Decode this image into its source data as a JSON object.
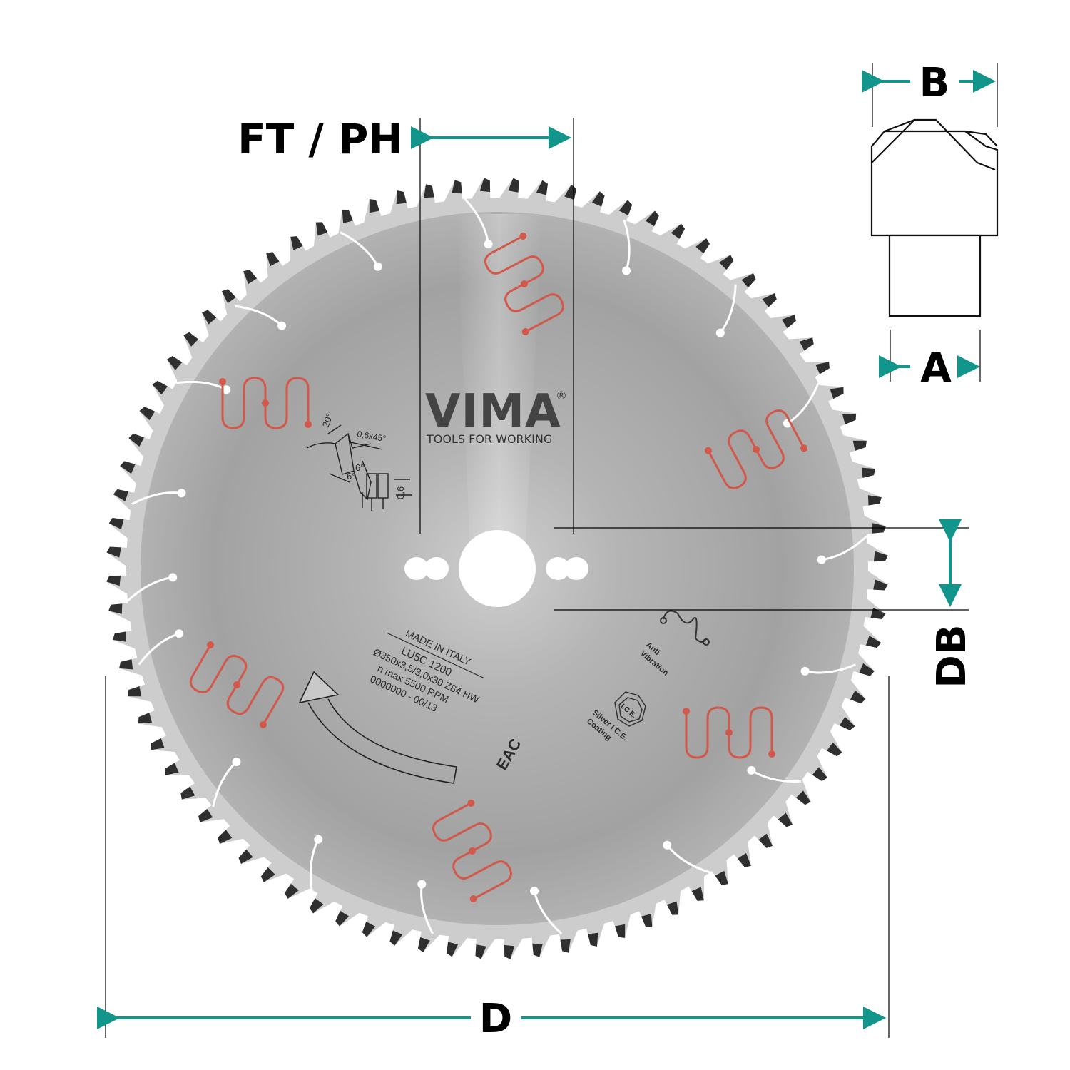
{
  "labels": {
    "ft_ph": "FT / PH",
    "b": "B",
    "a": "A",
    "db": "DB",
    "d": "D"
  },
  "brand": {
    "name": "VIMA",
    "registered": "®",
    "tagline": "TOOLS FOR WORKING"
  },
  "blade_text": {
    "made_in": "MADE IN ITALY",
    "model": "LU5C 1200",
    "size": "Ø350x3,5/3,0x30 Z84 HW",
    "rpm": "n max 5500 RPM",
    "serial": "0000000 - 00/13",
    "eac": "EAC",
    "anti": "Anti",
    "vibration": "Vibration",
    "ice_logo": "I.C.E.",
    "silver_ice": "Silver I.C.E.",
    "coating": "Coating"
  },
  "tooth_geometry": {
    "angle_top": "20°",
    "chamfer": "0,6x45°",
    "angle_hook": "6°",
    "angle_side": "6°",
    "thickness": "0,6"
  },
  "colors": {
    "dimension": "#12968c",
    "laser_lines": "#d2584a",
    "blade_body": "#a9a9a9",
    "blade_rim": "#cfcfcf",
    "teeth": "#2f2f2f"
  },
  "icons": [
    "rotation-arrow-icon",
    "anti-vibration-icon",
    "ice-seal-icon"
  ]
}
